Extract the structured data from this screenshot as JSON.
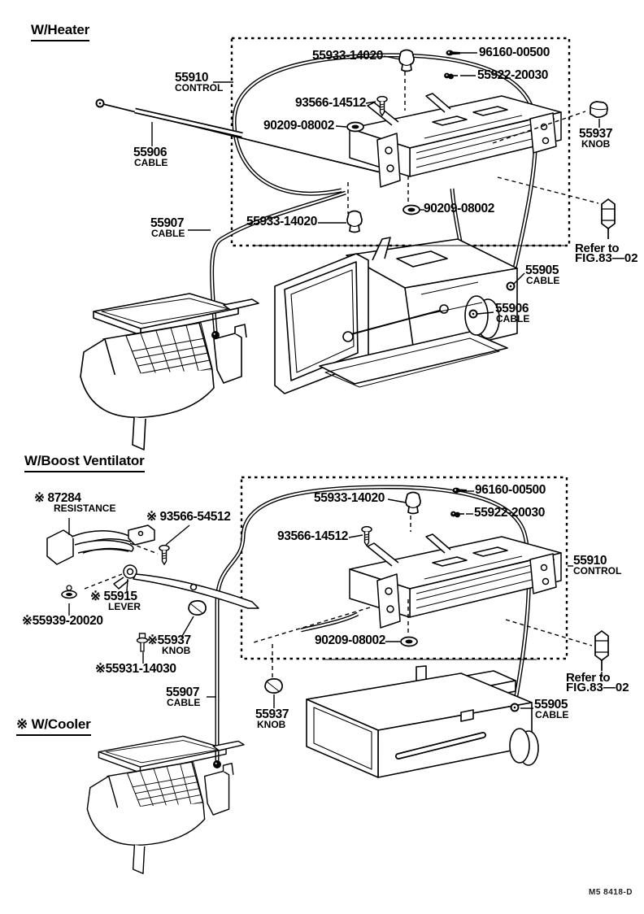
{
  "doc": {
    "footer_code": "M5 8418-D"
  },
  "heater": {
    "heading": "W/Heater",
    "labels": {
      "clip_top": "55933-14020",
      "screw_96160": "96160-00500",
      "nut_55922": "55922-20030",
      "control": {
        "part": "55910",
        "desc": "CONTROL"
      },
      "screw_93566": "93566-14512",
      "grommet_a": "90209-08002",
      "cable_55906_a": {
        "part": "55906",
        "desc": "CABLE"
      },
      "cable_55907": {
        "part": "55907",
        "desc": "CABLE"
      },
      "clip_mid": "55933-14020",
      "grommet_b": "90209-08002",
      "knob": {
        "part": "55937",
        "desc": "KNOB"
      },
      "refer": {
        "line1": "Refer to",
        "line2": "FIG.83—02"
      },
      "cable_55905": {
        "part": "55905",
        "desc": "CABLE"
      },
      "cable_55906_b": {
        "part": "55906",
        "desc": "CABLE"
      }
    }
  },
  "boost": {
    "heading": "W/Boost Ventilator",
    "labels": {
      "resistance": {
        "part": "※ 87284",
        "desc": "RESISTANCE"
      },
      "screw_93566_54512": "※ 93566-54512",
      "clip_top": "55933-14020",
      "screw_96160": "96160-00500",
      "nut_55922": "55922-20030",
      "screw_93566": "93566-14512",
      "control": {
        "part": "55910",
        "desc": "CONTROL"
      },
      "lever": {
        "part": "※ 55915",
        "desc": "LEVER"
      },
      "clamp_55939": "※55939-20020",
      "grommet": "90209-08002",
      "knob_star": {
        "part": "※55937",
        "desc": "KNOB"
      },
      "screw_55931": "※55931-14030",
      "cable_55907": {
        "part": "55907",
        "desc": "CABLE"
      },
      "refer": {
        "line1": "Refer to",
        "line2": "FIG.83—02"
      },
      "knob": {
        "part": "55937",
        "desc": "KNOB"
      },
      "cable_55905": {
        "part": "55905",
        "desc": "CABLE"
      }
    }
  },
  "cooler": {
    "heading": "※ W/Cooler"
  }
}
